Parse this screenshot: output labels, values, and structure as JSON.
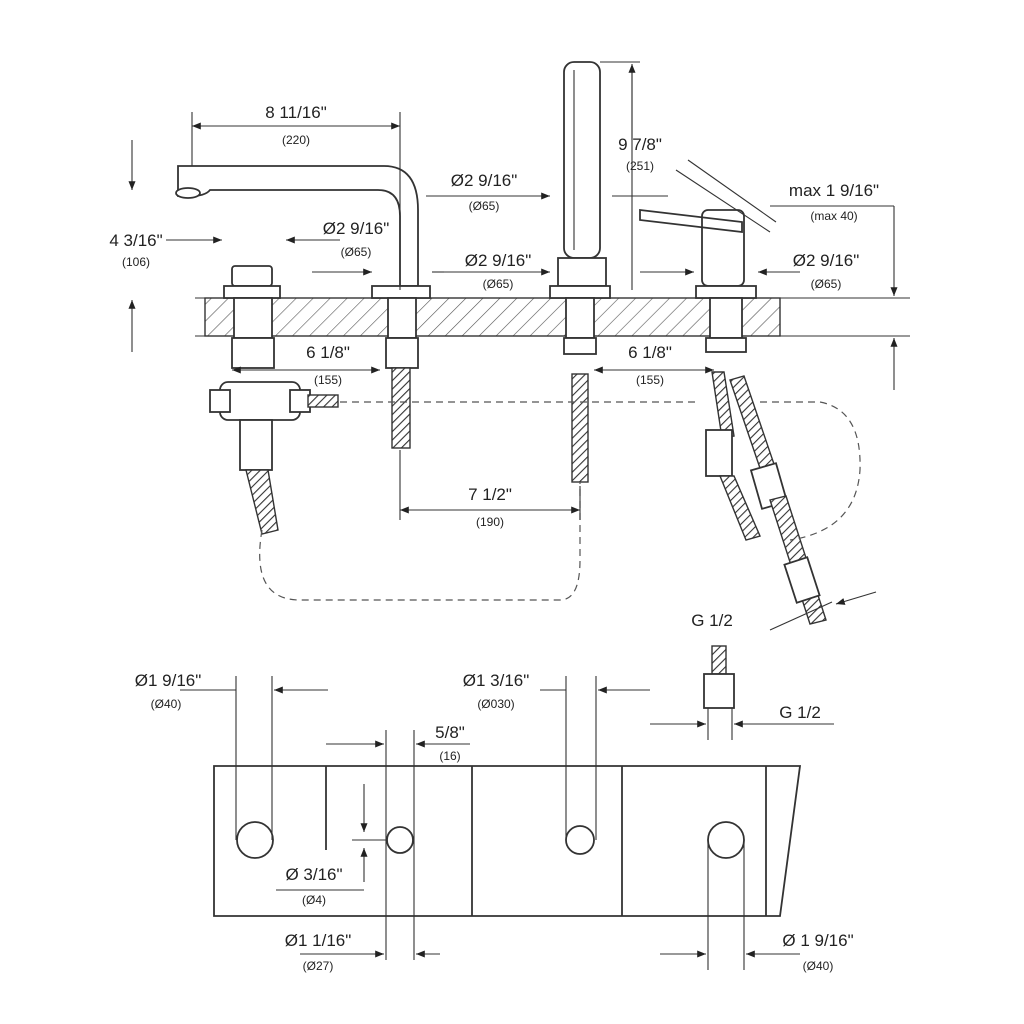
{
  "labels": {
    "spout_width": {
      "imperial": "8 11/16\"",
      "metric": "(220)"
    },
    "spout_height": {
      "imperial": "4 3/16\"",
      "metric": "(106)"
    },
    "spout_base_dia": {
      "imperial": "Ø2 9/16\"",
      "metric": "(Ø65)"
    },
    "diverter_base_dia": {
      "imperial": "Ø2 9/16\"",
      "metric": "(Ø65)"
    },
    "handshower_base_dia": {
      "imperial": "Ø2 9/16\"",
      "metric": "(Ø65)"
    },
    "handshower_height": {
      "imperial": "9 7/8\"",
      "metric": "(251)"
    },
    "lever_height": {
      "imperial": "max 1 9/16\"",
      "metric": "(max 40)"
    },
    "mixer_base_dia": {
      "imperial": "Ø2 9/16\"",
      "metric": "(Ø65)"
    },
    "spacing_left": {
      "imperial": "6 1/8\"",
      "metric": "(155)"
    },
    "spacing_right": {
      "imperial": "6 1/8\"",
      "metric": "(155)"
    },
    "hose_spacing": {
      "imperial": "7 1/2\"",
      "metric": "(190)"
    },
    "thread_top": "G 1/2",
    "thread_side": "G 1/2",
    "hole_1": {
      "imperial": "Ø1 9/16\"",
      "metric": "(Ø40)"
    },
    "hole_center": {
      "imperial": "Ø1 3/16\"",
      "metric": "(Ø030)"
    },
    "hole_offset": {
      "imperial": "5/8\"",
      "metric": "(16)"
    },
    "small_hole": {
      "imperial": "Ø 3/16\"",
      "metric": "(Ø4)"
    },
    "hole_27": {
      "imperial": "Ø1 1/16\"",
      "metric": "(Ø27)"
    },
    "hole_4": {
      "imperial": "Ø 1 9/16\"",
      "metric": "(Ø40)"
    }
  }
}
